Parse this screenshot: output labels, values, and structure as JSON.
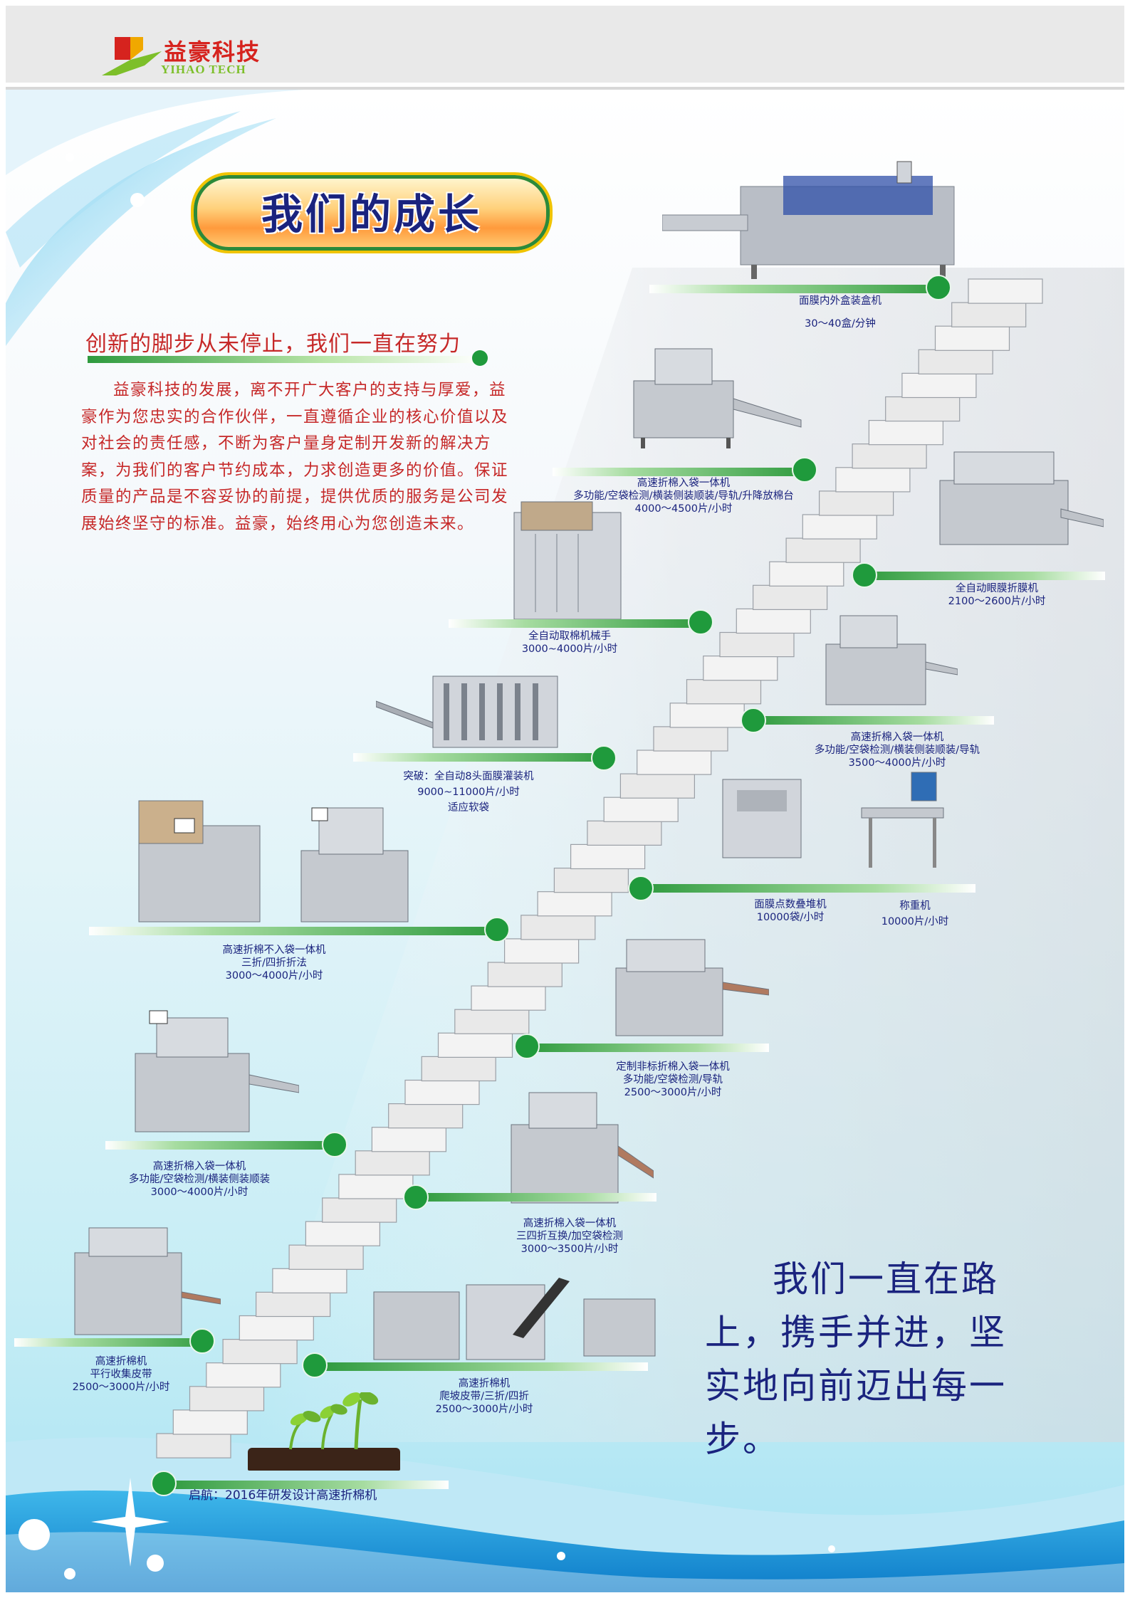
{
  "header": {
    "logo_cn": "益豪科技",
    "logo_en": "YIHAO TECH"
  },
  "title": "我们的成长",
  "slogan": "创新的脚步从未停止，我们一直在努力",
  "intro": "益豪科技的发展，离不开广大客户的支持与厚爱，益豪作为您忠实的合作伙伴，一直遵循企业的核心价值以及对社会的责任感，不断为客户量身定制开发新的解决方案，为我们的客户节约成本，力求创造更多的价值。保证质量的产品是不容妥协的前提，提供优质的服务是公司发展始终坚守的标准。益豪，始终用心为您创造未来。",
  "closing": {
    "line1": "我们一直在路",
    "line2": "上，携手并进，坚",
    "line3": "实地向前迈出每一",
    "line4": "步。"
  },
  "milestones": {
    "m1": {
      "l1": "面膜内外盒装盒机",
      "l2": "30～40盒/分钟"
    },
    "m2": {
      "l1": "高速折棉入袋一体机",
      "l2": "多功能/空袋检测/横装侧装顺装/导轨/升降放棉台",
      "l3": "4000～4500片/小时"
    },
    "m3": {
      "l1": "全自动眼膜折膜机",
      "l2": "2100～2600片/小时"
    },
    "m4": {
      "l1": "全自动取棉机械手",
      "l2": "3000~4000片/小时"
    },
    "m5": {
      "l1": "高速折棉入袋一体机",
      "l2": "多功能/空袋检测/横装侧装顺装/导轨",
      "l3": "3500～4000片/小时"
    },
    "m6": {
      "l1": "突破：全自动8头面膜灌装机",
      "l2": "9000~11000片/小时",
      "l3": "适应软袋"
    },
    "m7a": {
      "l1": "面膜点数叠堆机",
      "l2": "10000袋/小时"
    },
    "m7b": {
      "l1": "称重机",
      "l2": "10000片/小时"
    },
    "m8": {
      "l1": "高速折棉不入袋一体机",
      "l2": "三折/四折折法",
      "l3": "3000～4000片/小时"
    },
    "m9": {
      "l1": "定制非标折棉入袋一体机",
      "l2": "多功能/空袋检测/导轨",
      "l3": "2500～3000片/小时"
    },
    "m10": {
      "l1": "高速折棉入袋一体机",
      "l2": "多功能/空袋检测/横装侧装顺装",
      "l3": "3000～4000片/小时"
    },
    "m11": {
      "l1": "高速折棉入袋一体机",
      "l2": "三四折互换/加空袋检测",
      "l3": "3000～3500片/小时"
    },
    "m12": {
      "l1": "高速折棉机",
      "l2": "平行收集皮带",
      "l3": "2500～3000片/小时"
    },
    "m13": {
      "l1": "高速折棉机",
      "l2": "爬坡皮带/三折/四折",
      "l3": "2500～3000片/小时"
    },
    "m14": {
      "l1": "启航：2016年研发设计高速折棉机"
    }
  },
  "colors": {
    "title_text": "#1a237e",
    "slogan": "#c62828",
    "marker_green": "#1f9a3c",
    "label_navy": "#1a237e"
  }
}
